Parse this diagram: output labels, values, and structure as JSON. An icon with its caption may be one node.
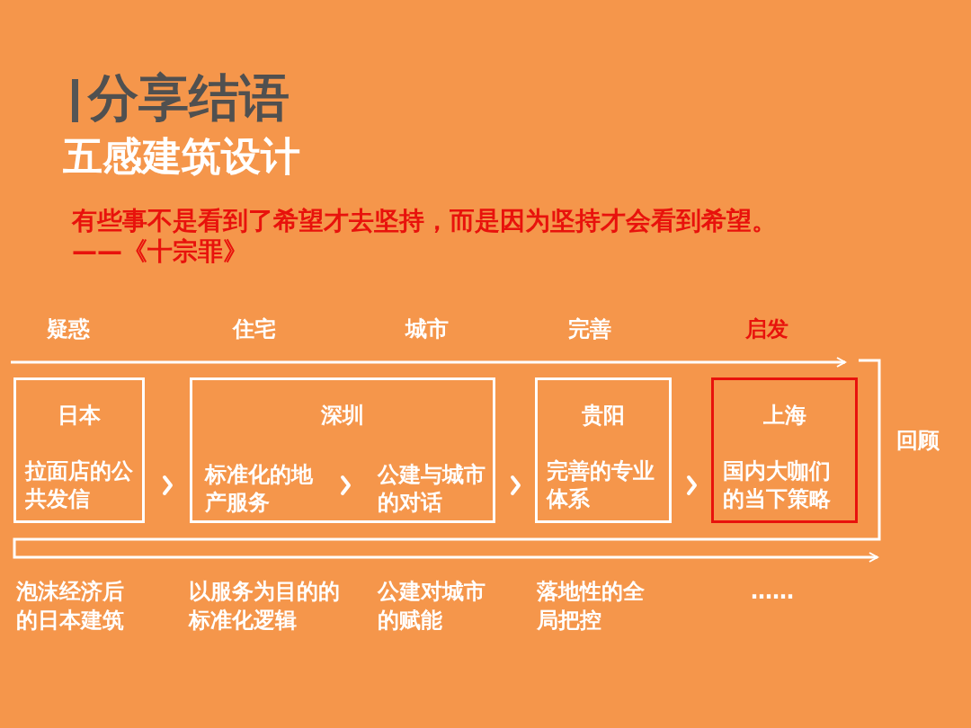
{
  "diagram": {
    "title": "分享结语",
    "nodes": [
      {
        "text": [
          "日本",
          "拉面店的公共发信"
        ]
      },
      {
        "text": [
          "深圳"
        ]
      },
      {
        "text": [
          "标准化的地产服务"
        ],
        "in": 1
      },
      {
        "text": [
          "公建与城市的对话"
        ],
        "in": 1
      },
      {
        "text": [
          "贵阳",
          "完善的专业体系"
        ]
      },
      {
        "text": [
          "上海",
          "国内大咖们的当下策略"
        ]
      }
    ],
    "edges": [
      {
        "from": 0,
        "to": 1,
        "arrow": "to"
      },
      {
        "from": 2,
        "to": 3,
        "arrow": "to"
      },
      {
        "from": 1,
        "to": 4,
        "arrow": "to"
      },
      {
        "from": 4,
        "to": 5,
        "arrow": "to"
      }
    ],
    "labels": [
      "五感建筑设计",
      "有些事不是看到了希望才去坚持，而是因为坚持才会看到希望。",
      "——《十宗罪》",
      "疑惑",
      "住宅",
      "城市",
      "完善",
      "启发",
      "回顾",
      "泡沫经济后的日本建筑",
      "以服务为目的的标准化逻辑",
      "公建对城市的赋能",
      "落地性的全局把控",
      "……"
    ]
  }
}
